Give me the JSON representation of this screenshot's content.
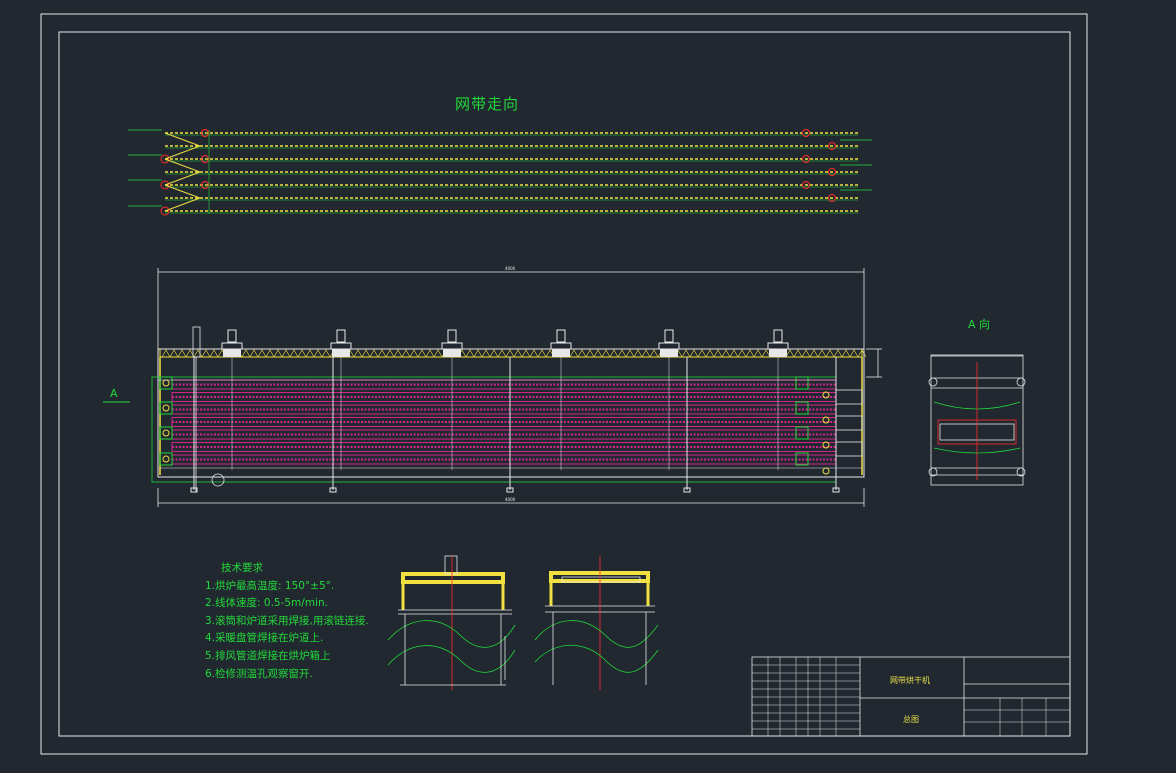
{
  "drawing": {
    "belt_direction_title": "网带走向",
    "view_a_title": "A 向",
    "section_marker": "A"
  },
  "notes": {
    "heading": "技术要求",
    "items": [
      "1.烘炉最高温度: 150°±5°.",
      "2.线体速度: 0.5-5m/min.",
      "3.滚筒和炉道采用焊接,用滚链连接.",
      "4.采暖盘管焊接在炉道上.",
      "5.排风管道焊接在烘炉箱上",
      "6.检修测温孔观察窗开."
    ]
  },
  "title_block": {
    "product_name": "网带烘干机",
    "drawing_name": "总图"
  },
  "colors": {
    "background": "#212830",
    "line_white": "#e8e8e8",
    "line_green": "#22d83a",
    "line_red": "#ff2b2b",
    "line_yellow": "#f0e040",
    "belt_magenta": "#d2238c"
  }
}
